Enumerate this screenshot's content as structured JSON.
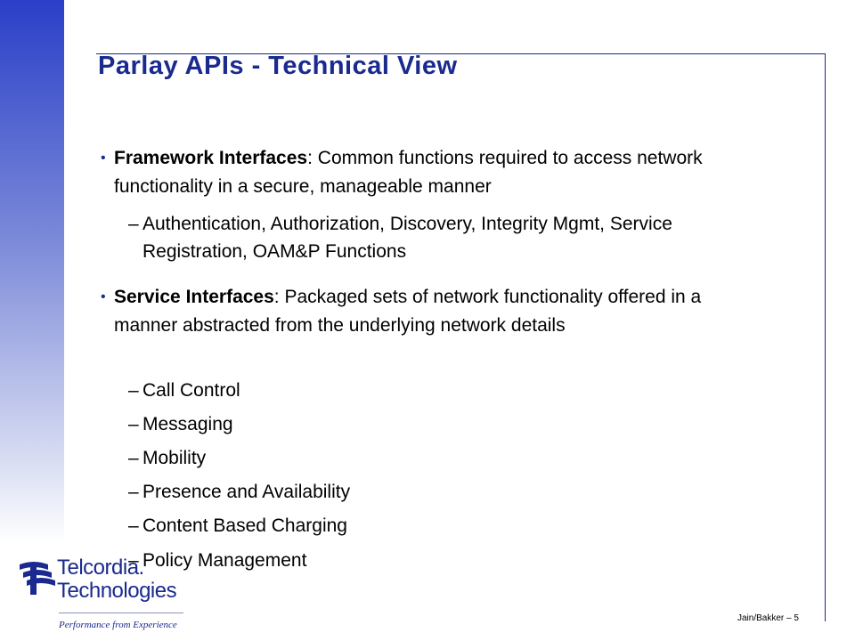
{
  "slide": {
    "title": "Parlay APIs - Technical View",
    "bullets": [
      {
        "term": "Framework Interfaces",
        "sep": ": ",
        "text": "Common functions required to access network functionality in a secure, manageable manner",
        "subs": [
          "Authentication, Authorization, Discovery, Integrity Mgmt, Service Registration, OAM&P Functions"
        ]
      },
      {
        "term": "Service Interfaces",
        "sep": ": ",
        "text": "Packaged sets of network functionality offered in a manner abstracted from the underlying network details",
        "subs": [
          "Call Control",
          "Messaging",
          "Mobility",
          "Presence and Availability",
          "Content Based Charging",
          "Policy Management"
        ]
      }
    ],
    "bullet_glyph": "•",
    "dash_glyph": "–"
  },
  "logo": {
    "line1": "Telcordia.",
    "line2": "Technologies",
    "tagline": "Performance from Experience"
  },
  "footer": {
    "text": "Jain/Bakker – 5"
  },
  "colors": {
    "accent": "#1a2a8f",
    "sidebar_top": "#2a3fc8"
  }
}
